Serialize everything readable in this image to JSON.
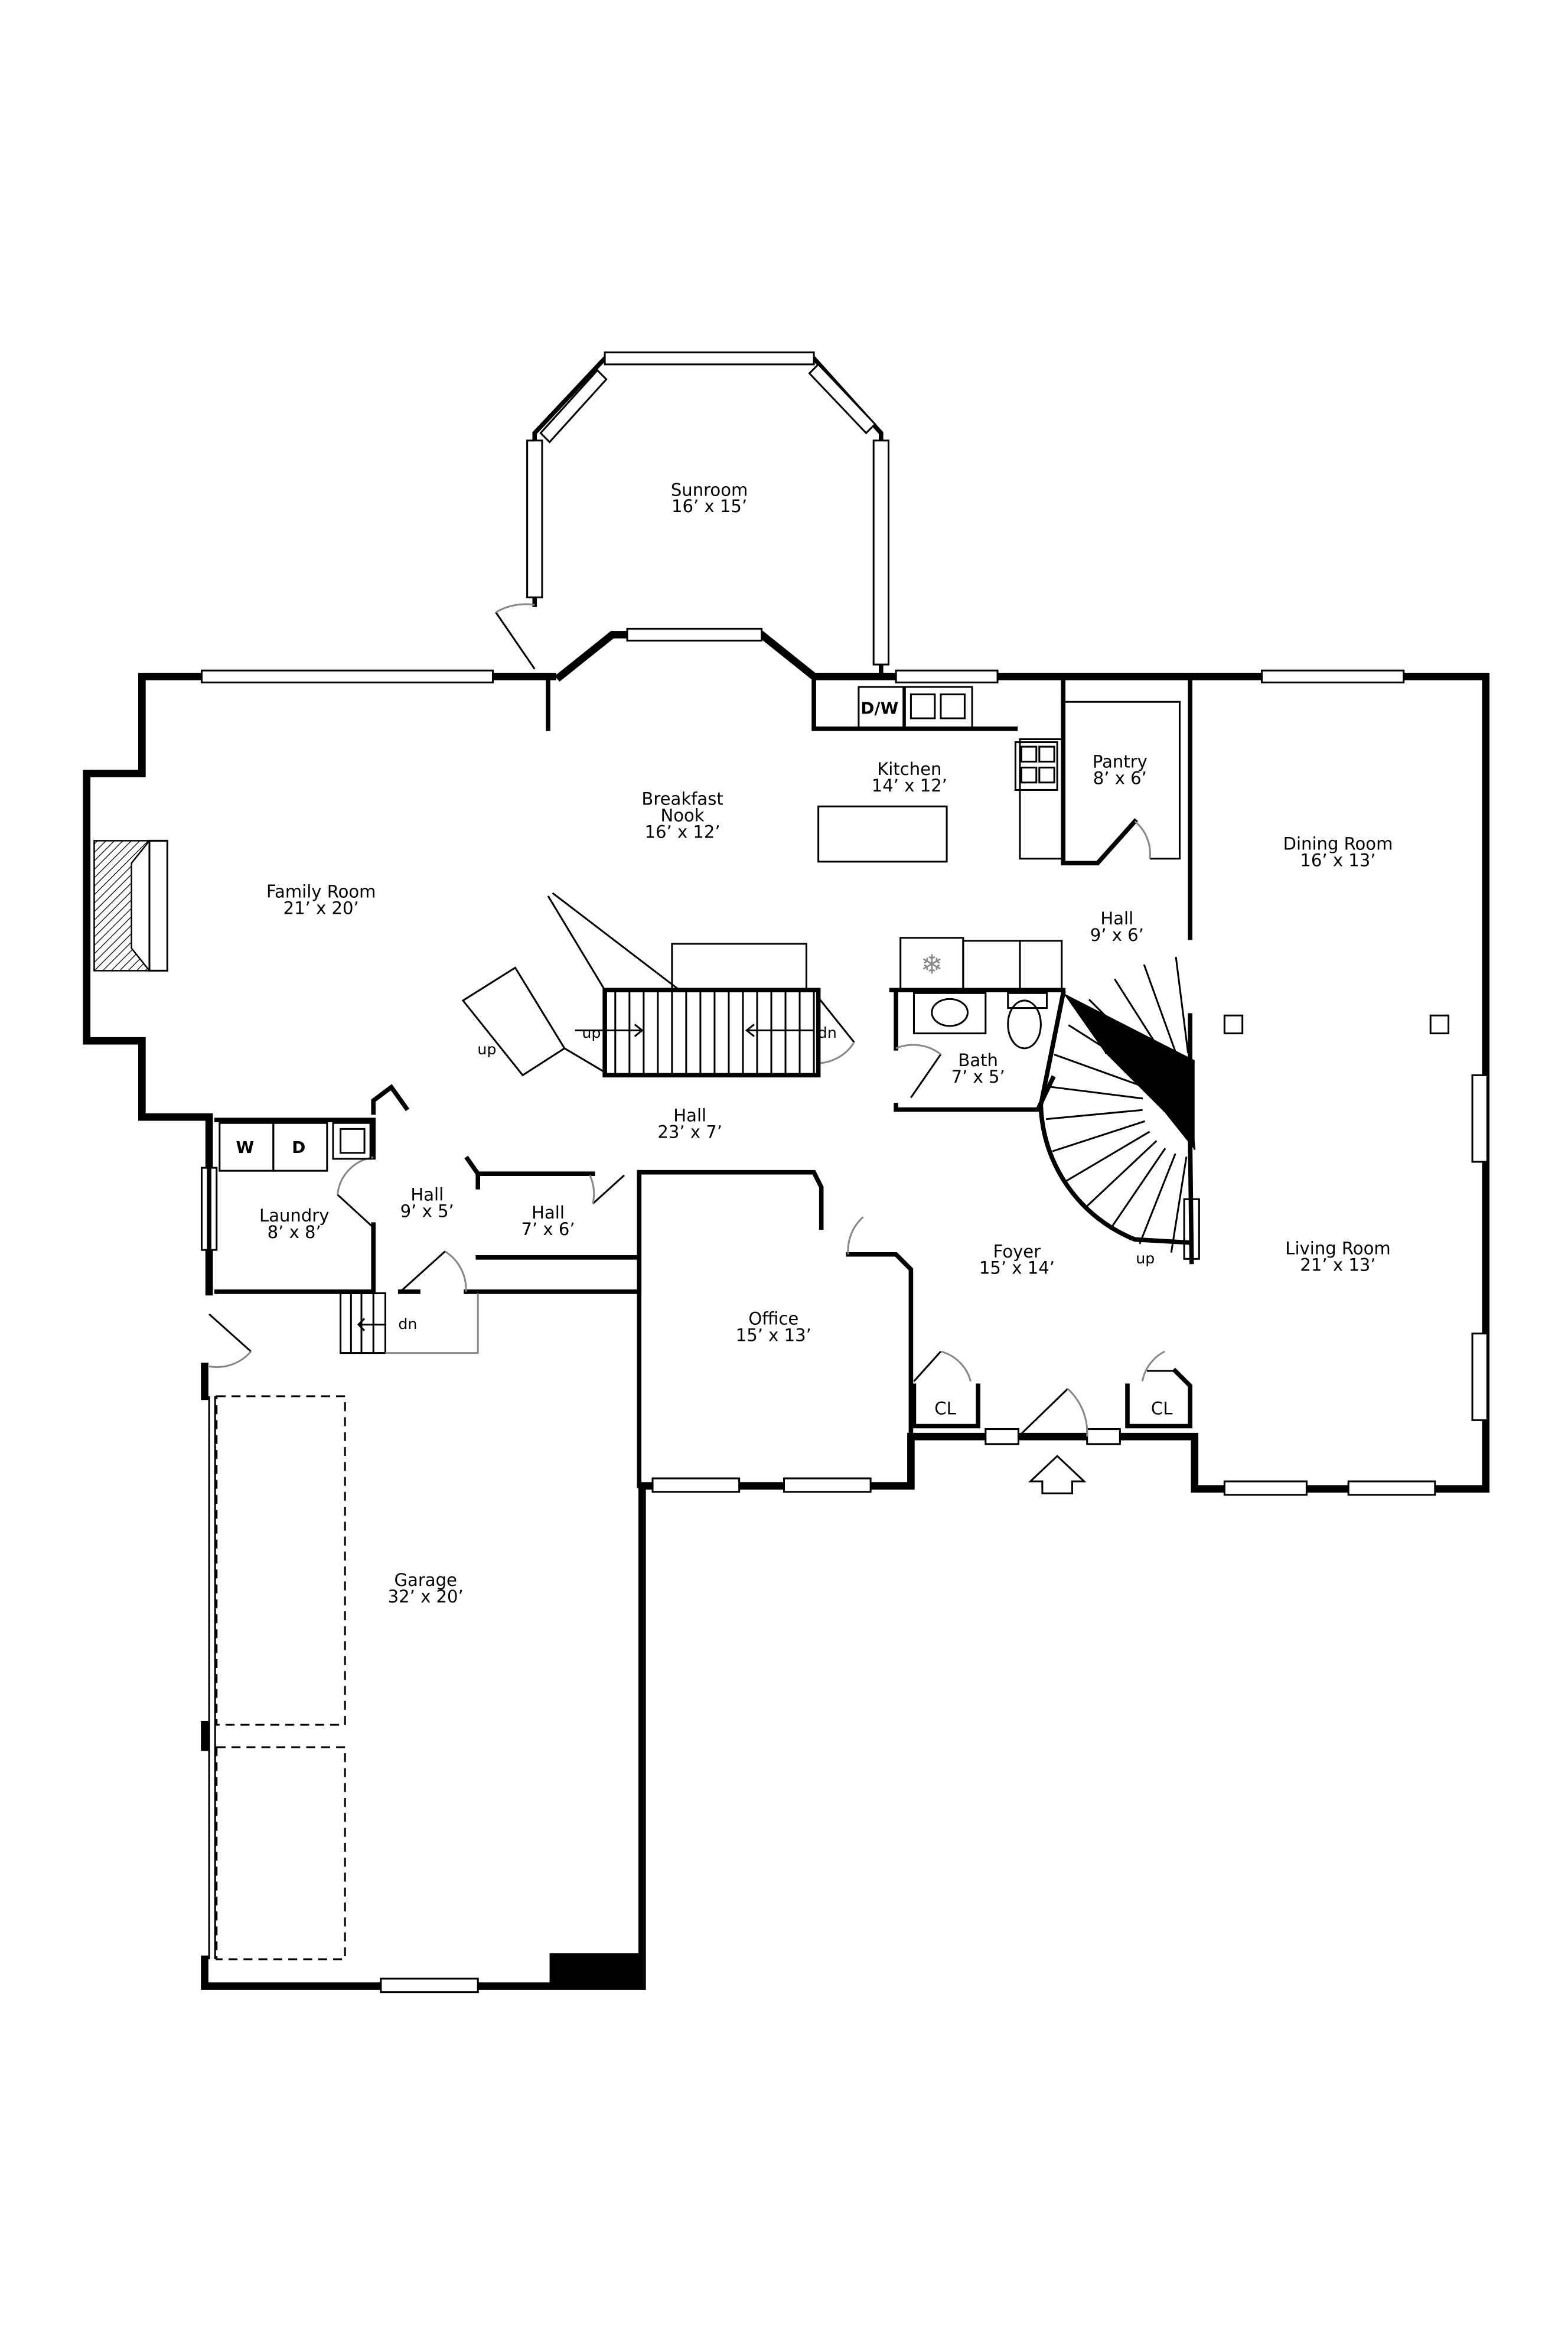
{
  "rooms": {
    "sunroom": {
      "name": "Sunroom",
      "dims": "16’ x 15’"
    },
    "breakfast_nook": {
      "name1": "Breakfast",
      "name2": "Nook",
      "dims": "16’ x 12’"
    },
    "kitchen": {
      "name": "Kitchen",
      "dims": "14’ x 12’"
    },
    "pantry": {
      "name": "Pantry",
      "dims": "8’ x 6’"
    },
    "family_room": {
      "name": "Family Room",
      "dims": "21’ x 20’"
    },
    "dining_room": {
      "name": "Dining Room",
      "dims": "16’ x 13’"
    },
    "hall_upper": {
      "name": "Hall",
      "dims": "9’ x 6’"
    },
    "bath": {
      "name": "Bath",
      "dims": "7’ x 5’"
    },
    "hall_main": {
      "name": "Hall",
      "dims": "23’ x 7’"
    },
    "laundry": {
      "name": "Laundry",
      "dims": "8’ x 8’"
    },
    "hall_small": {
      "name": "Hall",
      "dims": "9’ x 5’"
    },
    "hall_mid": {
      "name": "Hall",
      "dims": "7’ x 6’"
    },
    "foyer": {
      "name": "Foyer",
      "dims": "15’ x 14’"
    },
    "living_room": {
      "name": "Living Room",
      "dims": "21’ x 13’"
    },
    "office": {
      "name": "Office",
      "dims": "15’ x 13’"
    },
    "garage": {
      "name": "Garage",
      "dims": "32’ x 20’"
    }
  },
  "fixtures": {
    "washer": "W",
    "dryer": "D",
    "dishwasher": "D/W",
    "closet_left": "CL",
    "closet_right": "CL"
  },
  "stairs": {
    "up_left": "up",
    "up_center": "up",
    "dn_center": "dn",
    "up_foyer": "up",
    "dn_garage": "dn"
  }
}
